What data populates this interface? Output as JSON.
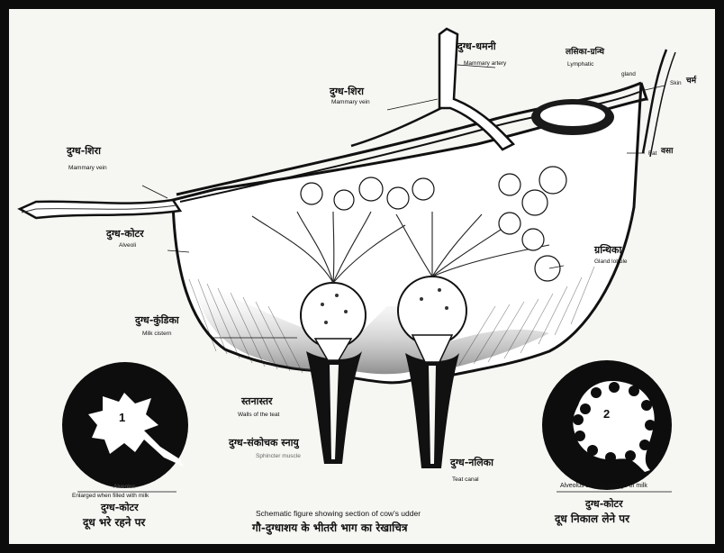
{
  "labels": {
    "mammary_artery": {
      "hi": "दुग्ध-धमनी",
      "en": "Mammary artery"
    },
    "lymphatic_gland": {
      "hi": "लसिका-ग्रन्थि",
      "en1": "Lymphatic",
      "en2": "gland"
    },
    "skin": {
      "en": "Skin",
      "hi": "चर्म"
    },
    "mammary_vein_top": {
      "hi": "दुग्ध-शिरा",
      "en": "Mammary vein"
    },
    "fat": {
      "en": "Fat",
      "hi": "वसा"
    },
    "mammary_vein_left": {
      "hi": "दुग्ध-शिरा",
      "en": "Mammary vein"
    },
    "alveoli": {
      "hi": "दुग्ध-कोटर",
      "en": "Alveoli"
    },
    "gland_lobule": {
      "hi": "ग्रन्थिका",
      "en": "Gland lobule"
    },
    "milk_cistern": {
      "hi": "दुग्ध-कुंडिका",
      "en": "Milk cistern"
    },
    "teat_wall": {
      "hi": "स्तनास्तर",
      "en": "Walls of the teat"
    },
    "sphincter": {
      "hi": "दुग्ध-संकोचक स्नायु",
      "en": "Sphincter muscle"
    },
    "teat_canal": {
      "hi": "दुग्ध-नलिका",
      "en": "Teat canal"
    }
  },
  "insets": {
    "left": {
      "number": "1",
      "en1": "Alveolus",
      "en2": "Enlarged when filled with milk",
      "hi1": "दुग्ध-कोटर",
      "hi2": "दूध भरे रहने पर"
    },
    "right": {
      "number": "2",
      "en": "Alveolus after discharge of milk",
      "hi1": "दुग्ध-कोटर",
      "hi2": "दूध निकाल लेने पर"
    }
  },
  "caption": {
    "en": "Schematic figure showing section of cow's udder",
    "hi": "गौ-दुग्धाशय के भीतरी भाग का रेखाचित्र"
  },
  "colors": {
    "ink": "#111111",
    "paper": "#f6f6f3",
    "border": "#0c0c0c"
  }
}
